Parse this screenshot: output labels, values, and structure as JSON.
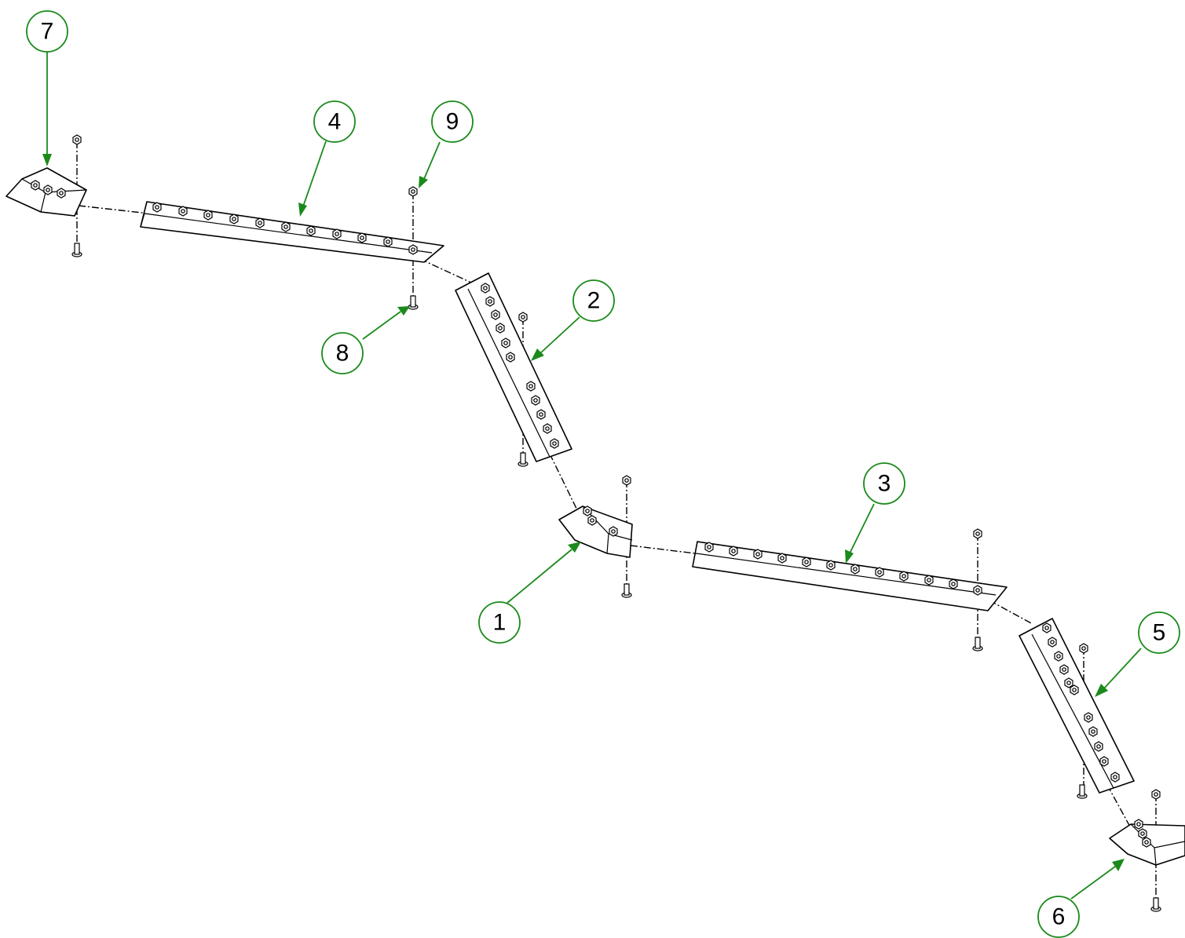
{
  "callouts": {
    "c1": "1",
    "c2": "2",
    "c3": "3",
    "c4": "4",
    "c5": "5",
    "c6": "6",
    "c7": "7",
    "c8": "8",
    "c9": "9"
  },
  "colors": {
    "callout_green": "#1a8a1a",
    "line_black": "#000000",
    "background": "#ffffff"
  }
}
